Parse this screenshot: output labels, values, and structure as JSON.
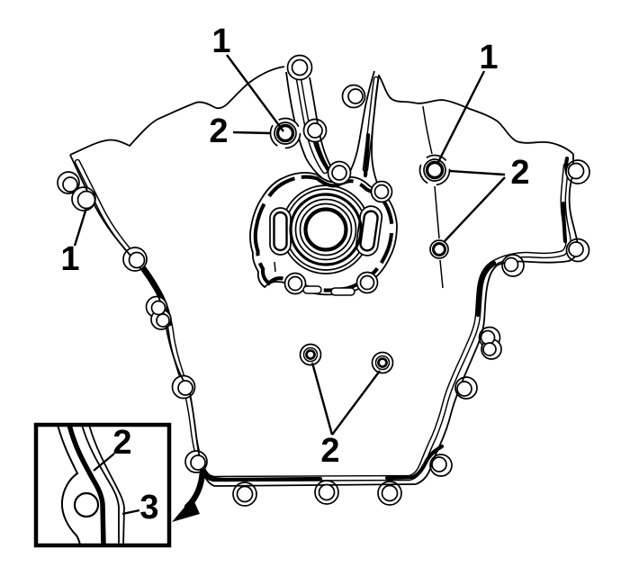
{
  "figure": {
    "kind": "engine-front-cover-sealant-diagram",
    "colors": {
      "line": "#000000",
      "background": "#ffffff"
    }
  },
  "callouts": [
    {
      "label": "1"
    },
    {
      "label": "2"
    },
    {
      "label": "1"
    },
    {
      "label": "2"
    },
    {
      "label": "1"
    },
    {
      "label": "2"
    },
    {
      "label": "2"
    },
    {
      "label": "3"
    }
  ]
}
